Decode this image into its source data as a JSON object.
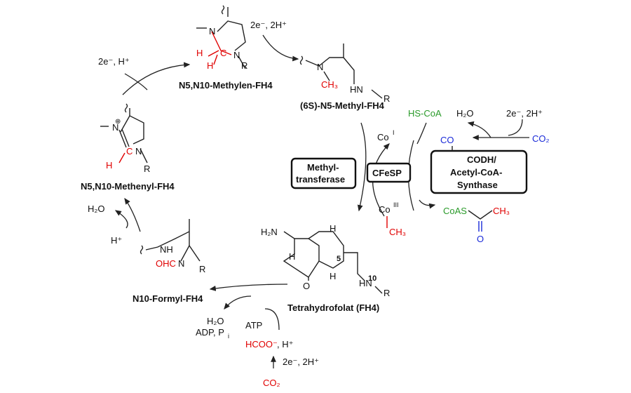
{
  "colors": {
    "accent_red": "#e00000",
    "accent_green": "#2a9a2a",
    "accent_blue": "#1a2ad8"
  },
  "compounds": {
    "methylen": "N5,N10-Methylen-FH4",
    "methyl": "(6S)-N5-Methyl-FH4",
    "methenyl": "N5,N10-Methenyl-FH4",
    "formyl": "N10-Formyl-FH4",
    "thf": "Tetrahydrofolat (FH4)"
  },
  "enzymes": {
    "methyltransferase_line1": "Methyl-",
    "methyltransferase_line2": "transferase",
    "cfesp": "CFeSP",
    "codh_line1": "CODH/",
    "codh_line2": "Acetyl-CoA-",
    "codh_line3": "Synthase"
  },
  "reagents": {
    "r_2e_2h_top": "2e⁻, 2H⁺",
    "r_2e_h": "2e⁻, H⁺",
    "r_2e_2h_right": "2e⁻, 2H⁺",
    "r_2e_2h_bottom": "2e⁻, 2H⁺",
    "h2o_right": "H₂O",
    "hs_coa": "HS-CoA",
    "co": "CO",
    "co2_right": "CO₂",
    "co_i": "Co",
    "co_i_sup": "I",
    "co_iii": "Co",
    "co_iii_sup": "III",
    "ch3": "CH₃",
    "coas": "CoAS",
    "ch3_acetyl": "CH₃",
    "acetyl_o": "O",
    "h2o_left": "H₂O",
    "h_plus": "H⁺",
    "h2o_bottom": "H₂O",
    "adp_pi": "ADP, P",
    "pi_sub": "i",
    "atp": "ATP",
    "hcoo": "HCOO⁻",
    "hcoo_h": ", H⁺",
    "co2_bottom": "CO₂"
  },
  "atoms": {
    "N": "N",
    "H": "H",
    "R": "R",
    "NH": "NH",
    "HN": "HN",
    "O": "O",
    "CH2": "C",
    "H2N": "H₂N",
    "OHC": "OHC",
    "plus": "⊕",
    "n5": "5",
    "n10": "10"
  }
}
